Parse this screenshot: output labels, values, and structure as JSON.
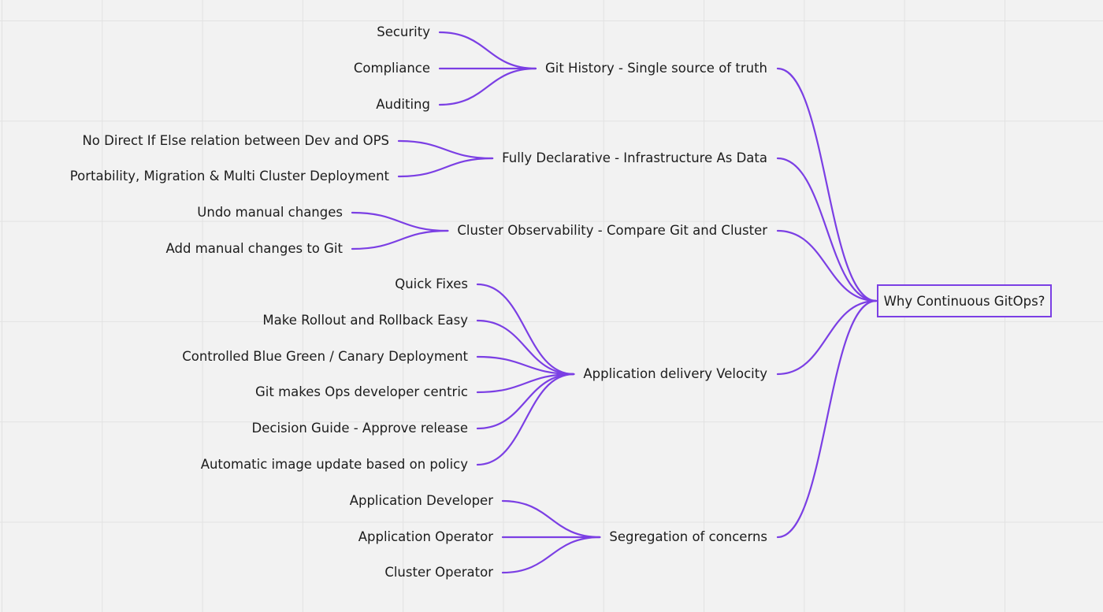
{
  "mindmap": {
    "root": "Why Continuous GitOps?",
    "branches": [
      {
        "label": "Git History - Single source of truth",
        "children": [
          "Security",
          "Compliance",
          "Auditing"
        ]
      },
      {
        "label": "Fully Declarative - Infrastructure As Data",
        "children": [
          "No Direct If Else relation between Dev and OPS",
          "Portability, Migration  & Multi Cluster Deployment"
        ]
      },
      {
        "label": "Cluster Observability - Compare Git and Cluster",
        "children": [
          "Undo manual changes",
          "Add manual changes to Git"
        ]
      },
      {
        "label": "Application delivery Velocity",
        "children": [
          "Quick Fixes",
          "Make Rollout and Rollback Easy",
          "Controlled Blue Green / Canary Deployment",
          "Git makes Ops developer centric",
          "Decision Guide - Approve release",
          "Automatic image update based on policy"
        ]
      },
      {
        "label": "Segregation of concerns",
        "children": [
          "Application Developer",
          "Application Operator",
          "Cluster Operator"
        ]
      }
    ]
  },
  "colors": {
    "connector": "#7b3fe4",
    "background": "#f2f2f2",
    "text": "#1c1c1c"
  }
}
